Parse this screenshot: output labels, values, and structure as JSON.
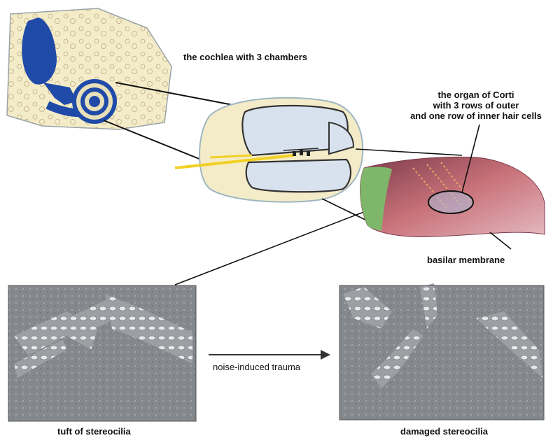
{
  "labels": {
    "cochlea": "the cochlea with 3 chambers",
    "organ_line1": "the organ of Corti",
    "organ_line2": "with 3 rows of outer",
    "organ_line3": "and one row of inner hair cells",
    "basilar": "basilar membrane",
    "arrow_label": "noise-induced trauma",
    "tuft": "tuft of stereocilia",
    "damaged": "damaged stereocilia"
  },
  "colors": {
    "ear_blue": "#1f4aa8",
    "skull_cream": "#f4ecc8",
    "chamber_fill": "#d8e2ee",
    "nerve_yellow": "#f2d024",
    "tissue_pink": "#c9727a",
    "tissue_green": "#7fb76a",
    "sem_gray": "#8a8d90"
  }
}
